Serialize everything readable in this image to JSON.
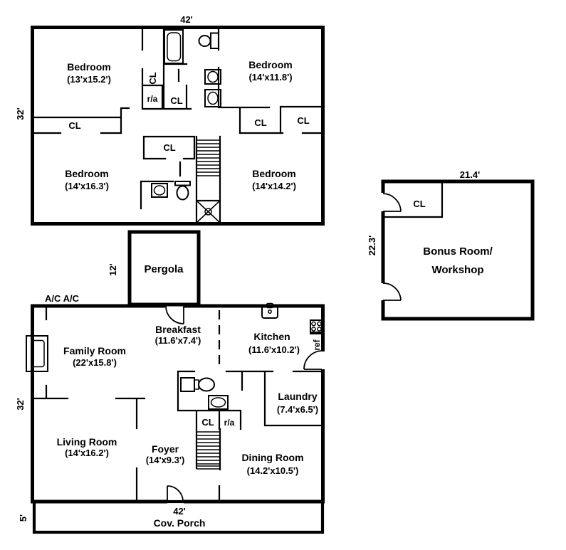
{
  "plan": {
    "colors": {
      "wall": "#000000",
      "background": "#ffffff"
    },
    "upper": {
      "width": "42'",
      "height": "32'",
      "bedroom1": {
        "name": "Bedroom",
        "dims": "(13'x15.2')"
      },
      "bedroom2": {
        "name": "Bedroom",
        "dims": "(14'x11.8')"
      },
      "bedroom3": {
        "name": "Bedroom",
        "dims": "(14'x16.3')"
      },
      "bedroom4": {
        "name": "Bedroom",
        "dims": "(14'x14.2')"
      },
      "cl_hall": "CL",
      "cl_bath": "CL",
      "ra": "r/a",
      "cl_left": "CL",
      "cl_right1": "CL",
      "cl_right2": "CL",
      "cl_mid": "CL"
    },
    "pergola": {
      "name": "Pergola",
      "width": "12'"
    },
    "bonus": {
      "width": "21.4'",
      "height": "22.3'",
      "cl": "CL",
      "name1": "Bonus Room/",
      "name2": "Workshop"
    },
    "main": {
      "height": "32'",
      "ac": "A/C A/C",
      "ref": "ref",
      "family": {
        "name": "Family Room",
        "dims": "(22'x15.8')"
      },
      "breakfast": {
        "name": "Breakfast",
        "dims": "(11.6'x7.4')"
      },
      "kitchen": {
        "name": "Kitchen",
        "dims": "(11.6'x10.2')"
      },
      "laundry": {
        "name": "Laundry",
        "dims": "(7.4'x6.5')"
      },
      "living": {
        "name": "Living Room",
        "dims": "(14'x16.2')"
      },
      "foyer": {
        "name": "Foyer",
        "dims": "(14'x9.3')"
      },
      "dining": {
        "name": "Dining Room",
        "dims": "(14.2'x10.5')"
      },
      "cl": "CL",
      "ra": "r/a"
    },
    "porch": {
      "width": "42'",
      "name": "Cov. Porch",
      "depth": "5'"
    }
  }
}
